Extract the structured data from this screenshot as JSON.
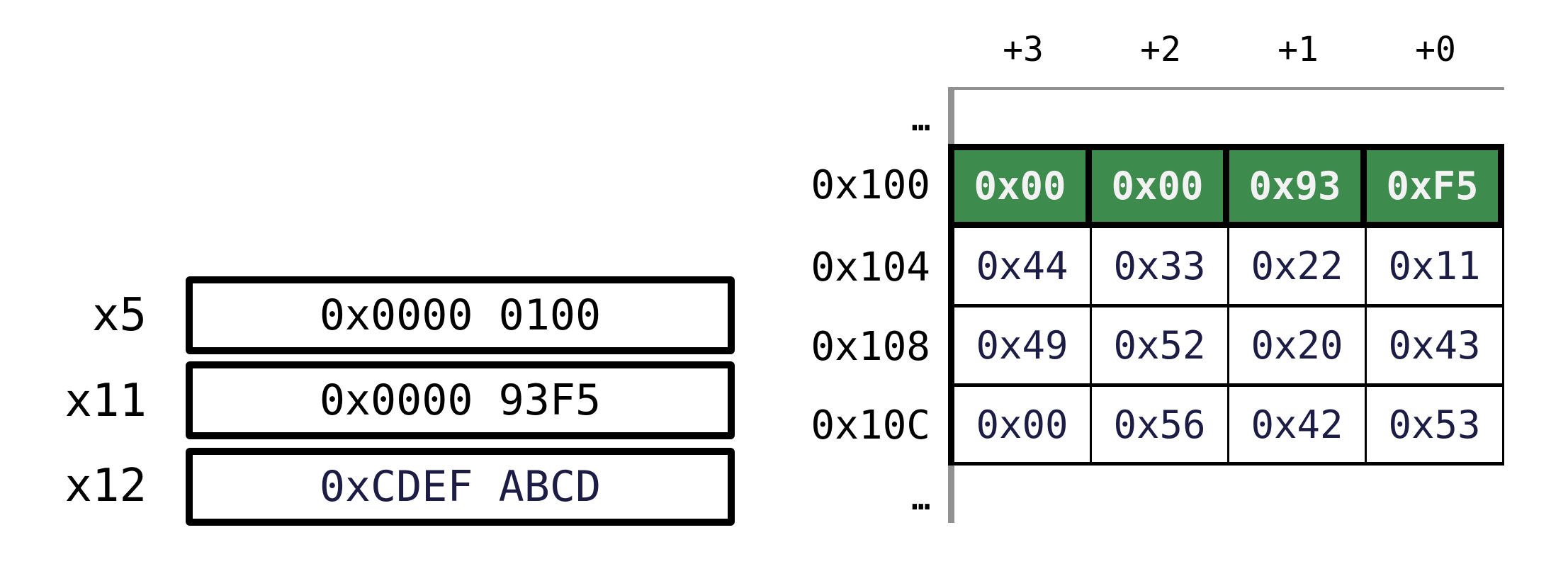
{
  "registers": {
    "items": [
      {
        "name": "x5",
        "value": "0x0000 0100",
        "value_color": "#000000"
      },
      {
        "name": "x11",
        "value": "0x0000 93F5",
        "value_color": "#000000"
      },
      {
        "name": "x12",
        "value": "0xCDEF ABCD",
        "value_color": "#1c1c44"
      }
    ]
  },
  "memory": {
    "byte_offset_headers": [
      "+3",
      "+2",
      "+1",
      "+0"
    ],
    "ellipsis_top": "…",
    "ellipsis_bottom": "…",
    "rows": [
      {
        "address": "0x100",
        "bytes": [
          "0x00",
          "0x00",
          "0x93",
          "0xF5"
        ],
        "highlighted": true
      },
      {
        "address": "0x104",
        "bytes": [
          "0x44",
          "0x33",
          "0x22",
          "0x11"
        ],
        "highlighted": false
      },
      {
        "address": "0x108",
        "bytes": [
          "0x49",
          "0x52",
          "0x20",
          "0x43"
        ],
        "highlighted": false
      },
      {
        "address": "0x10C",
        "bytes": [
          "0x00",
          "0x56",
          "0x42",
          "0x53"
        ],
        "highlighted": false
      }
    ]
  },
  "colors": {
    "highlight_green": "#3d8b4d",
    "highlight_text": "#f2f2f2",
    "hex_navy": "#1c1c44",
    "gray_line": "#919191"
  }
}
